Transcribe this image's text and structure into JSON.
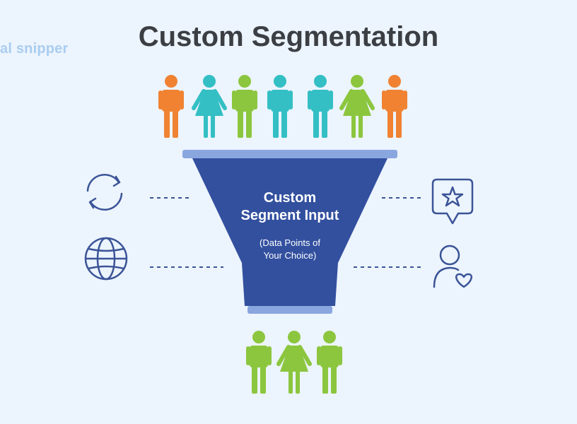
{
  "watermark": "al snipper",
  "title": "Custom Segmentation",
  "funnel": {
    "label_line1": "Custom",
    "label_line2": "Segment Input",
    "sublabel_line1": "(Data Points of",
    "sublabel_line2": "Your Choice)"
  },
  "icons": {
    "left_top": "sync-icon",
    "left_bottom": "globe-icon",
    "right_top": "star-chat-icon",
    "right_bottom": "user-heart-icon"
  },
  "people_top": [
    {
      "gender": "male",
      "color": "#f08232"
    },
    {
      "gender": "female",
      "color": "#33bfc4"
    },
    {
      "gender": "male",
      "color": "#8cc63e"
    },
    {
      "gender": "male",
      "color": "#33bfc4"
    },
    {
      "gender": "male",
      "color": "#33bfc4"
    },
    {
      "gender": "female",
      "color": "#8cc63e"
    },
    {
      "gender": "male",
      "color": "#f08232"
    }
  ],
  "people_bottom": [
    {
      "gender": "male",
      "color": "#8cc63e"
    },
    {
      "gender": "female",
      "color": "#8cc63e"
    },
    {
      "gender": "male",
      "color": "#8cc63e"
    }
  ],
  "colors": {
    "background": "#ecf4fd",
    "funnel": "#33509f",
    "rim": "#8aa6df",
    "icon": "#3b5497",
    "title": "#3b3f44"
  }
}
